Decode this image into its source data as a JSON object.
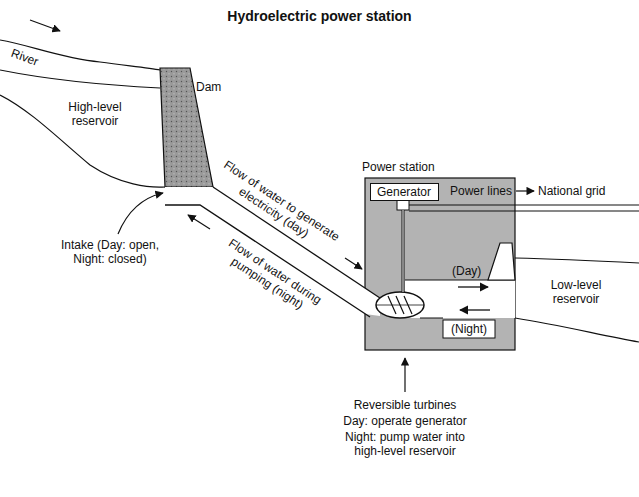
{
  "diagram": {
    "title": "Hydroelectric power station",
    "nodes": [
      {
        "text": [
          "Power station"
        ]
      },
      {
        "text": [
          "Generator"
        ],
        "in": 0
      }
    ],
    "labels": [
      "River",
      "High-level reservoir",
      "Dam",
      "Intake (Day: open, Night: closed)",
      "Flow of water to generate electricity (day)",
      "Flow of water during pumping (night)",
      "Power lines",
      "National grid",
      "(Day)",
      "(Night)",
      "Low-level reservoir",
      "Reversible turbines",
      "Day: operate generator",
      "Night: pump water into high-level reservoir"
    ]
  }
}
